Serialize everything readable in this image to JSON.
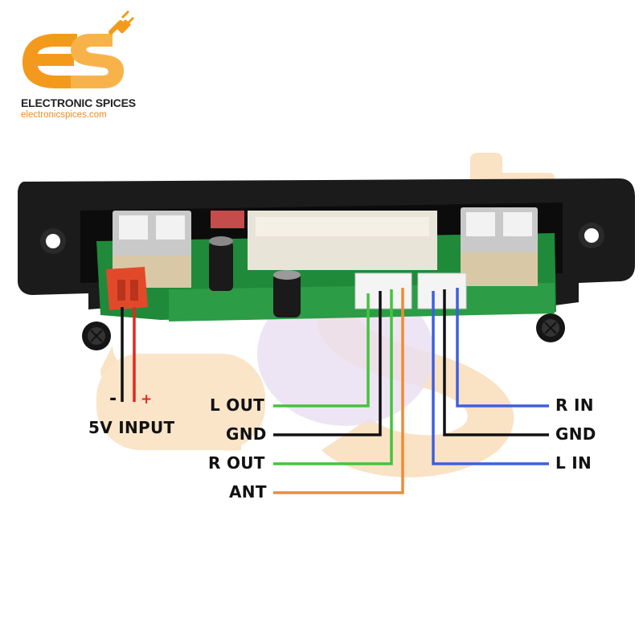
{
  "brand": {
    "name": "ELECTRONIC SPICES",
    "website": "electronicspices.com",
    "logo_letters": "ES"
  },
  "power": {
    "minus": "-",
    "plus": "+",
    "label": "5V INPUT"
  },
  "left_pins": [
    {
      "label": "L OUT",
      "color": "#43c43c"
    },
    {
      "label": "GND",
      "color": "#111111"
    },
    {
      "label": "R OUT",
      "color": "#43c43c"
    },
    {
      "label": "ANT",
      "color": "#f08a36"
    }
  ],
  "right_pins": [
    {
      "label": "R IN",
      "color": "#3d5fe0"
    },
    {
      "label": "GND",
      "color": "#111111"
    },
    {
      "label": "L IN",
      "color": "#3d5fe0"
    }
  ],
  "colors": {
    "brand_orange": "#f39a1d",
    "watermark": "#f8d9b0",
    "watermark_purple": "#dcd3f0",
    "pcb_green": "#1f8a3a",
    "panel": "#1b1b1b"
  }
}
